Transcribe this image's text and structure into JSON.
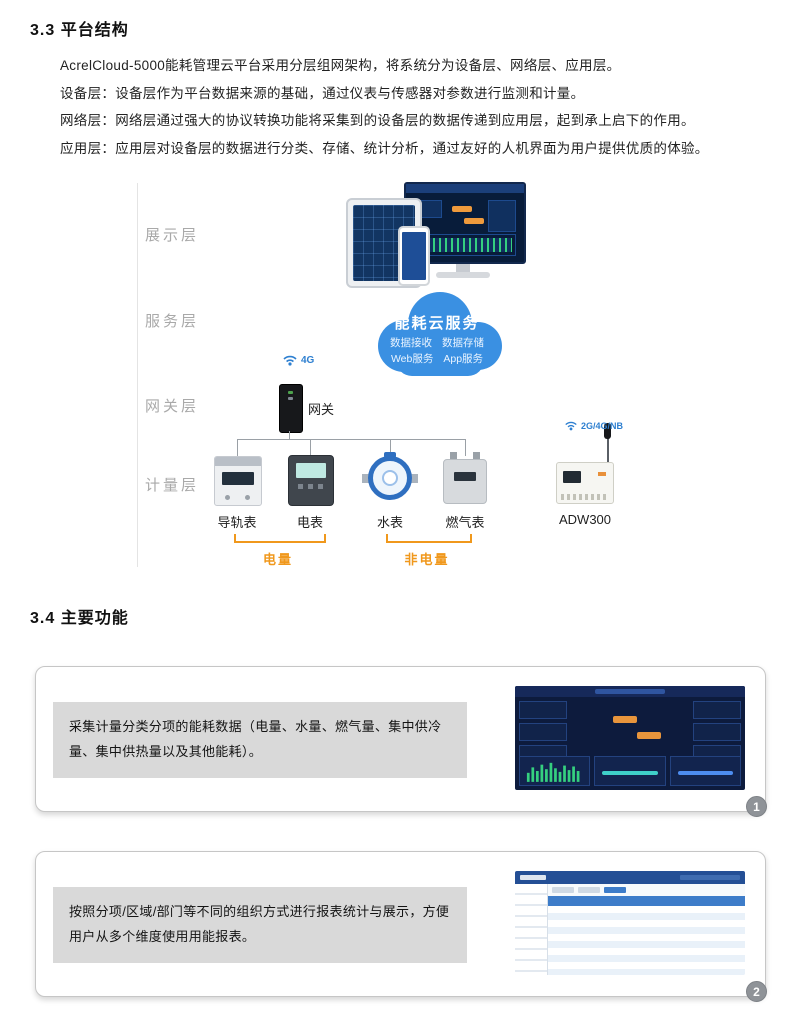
{
  "colors": {
    "accent_orange": "#f0981c",
    "cloud_blue": "#3a90e2",
    "wireless_blue": "#2d7fd0"
  },
  "section_platform": {
    "title": "3.3 平台结构",
    "paragraphs": [
      "AcrelCloud-5000能耗管理云平台采用分层组网架构，将系统分为设备层、网络层、应用层。",
      "设备层：设备层作为平台数据来源的基础，通过仪表与传感器对参数进行监测和计量。",
      "网络层：网络层通过强大的协议转换功能将采集到的设备层的数据传递到应用层，起到承上启下的作用。",
      "应用层：应用层对设备层的数据进行分类、存储、统计分析，通过友好的人机界面为用户提供优质的体验。"
    ]
  },
  "diagram": {
    "layer_labels": [
      "展示层",
      "服务层",
      "网关层",
      "计量层"
    ],
    "cloud": {
      "title": "能耗云服务",
      "items": [
        "数据接收",
        "数据存储",
        "Web服务",
        "App服务"
      ]
    },
    "gateway_label": "网关",
    "wifi_4g_label": "4G",
    "wifi_wan_label": "2G/4G/NB",
    "device_labels": [
      "导轨表",
      "电表",
      "水表",
      "燃气表",
      "ADW300"
    ],
    "group_labels": [
      "电量",
      "非电量"
    ]
  },
  "section_functions": {
    "title": "3.4 主要功能"
  },
  "features": [
    {
      "text": "采集计量分类分项的能耗数据（电量、水量、燃气量、集中供冷量、集中供热量以及其他能耗）。",
      "badge": "1"
    },
    {
      "text": "按照分项/区域/部门等不同的组织方式进行报表统计与展示，方便用户从多个维度使用用能报表。",
      "badge": "2"
    }
  ]
}
